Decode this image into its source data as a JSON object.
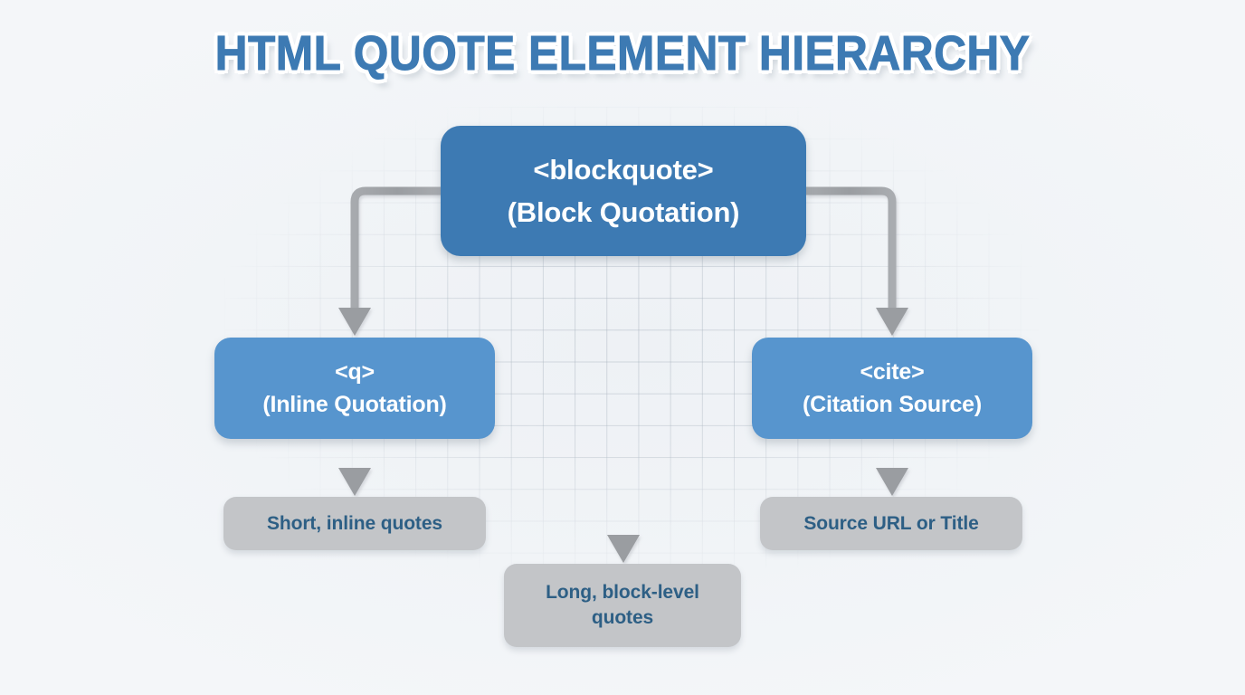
{
  "title": "HTML QUOTE ELEMENT HIERARCHY",
  "colors": {
    "background": "#f3f5f8",
    "root_box": "#3d7ab3",
    "branch_box": "#5795ce",
    "leaf_box": "#c3c5c8",
    "leaf_text": "#2d5f85",
    "box_text": "#ffffff",
    "connector": "#9a9da1",
    "title_text": "#3d7ab3",
    "title_outline": "#ffffff"
  },
  "nodes": {
    "root": {
      "tag": "<blockquote>",
      "description": "(Block Quotation)"
    },
    "left_branch": {
      "tag": "<q>",
      "description": "(Inline Quotation)"
    },
    "right_branch": {
      "tag": "<cite>",
      "description": "(Citation Source)"
    },
    "left_leaf": {
      "text": "Short, inline quotes"
    },
    "center_leaf": {
      "line1": "Long, block-level",
      "line2": "quotes"
    },
    "right_leaf": {
      "text": "Source URL or Title"
    }
  },
  "connectors": [
    {
      "name": "root-to-q",
      "from": "root",
      "to": "left_branch",
      "style": "elbow-left"
    },
    {
      "name": "root-to-long",
      "from": "root",
      "to": "center_leaf",
      "style": "straight-down"
    },
    {
      "name": "root-to-cite",
      "from": "root",
      "to": "right_branch",
      "style": "elbow-right"
    },
    {
      "name": "q-to-short",
      "from": "left_branch",
      "to": "left_leaf",
      "style": "straight-down"
    },
    {
      "name": "cite-to-src",
      "from": "right_branch",
      "to": "right_leaf",
      "style": "straight-down"
    }
  ]
}
